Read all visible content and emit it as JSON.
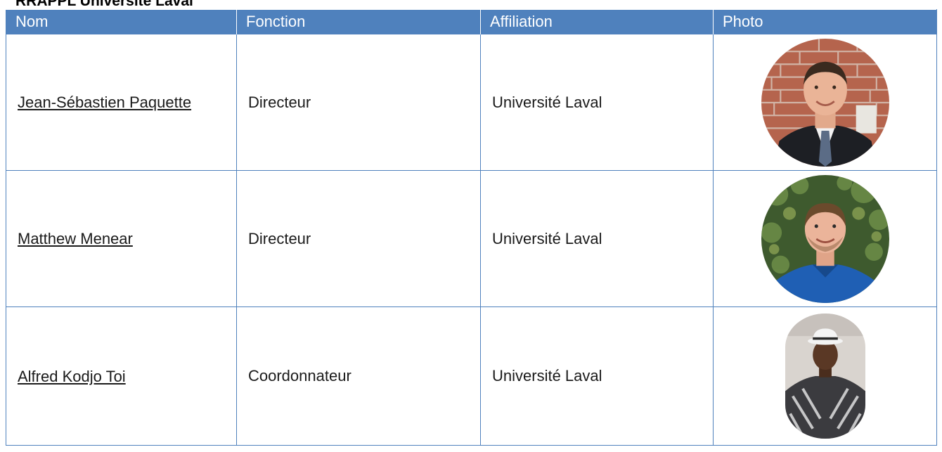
{
  "page": {
    "heading": "RRAPPL Université Laval"
  },
  "table": {
    "headers": [
      "Nom",
      "Fonction",
      "Affiliation",
      "Photo"
    ],
    "rows": [
      {
        "name": "Jean-Sébastien Paquette",
        "function": "Directeur",
        "affiliation": "Université Laval",
        "photo_alt": "Jean-Sébastien Paquette"
      },
      {
        "name": "Matthew Menear",
        "function": "Directeur",
        "affiliation": "Université Laval",
        "photo_alt": "Matthew Menear"
      },
      {
        "name": "Alfred Kodjo Toi",
        "function": "Coordonnateur",
        "affiliation": "Université Laval",
        "photo_alt": "Alfred Kodjo Toi"
      }
    ]
  },
  "colors": {
    "header_bg": "#4f81bd",
    "border": "#4f81bd"
  }
}
